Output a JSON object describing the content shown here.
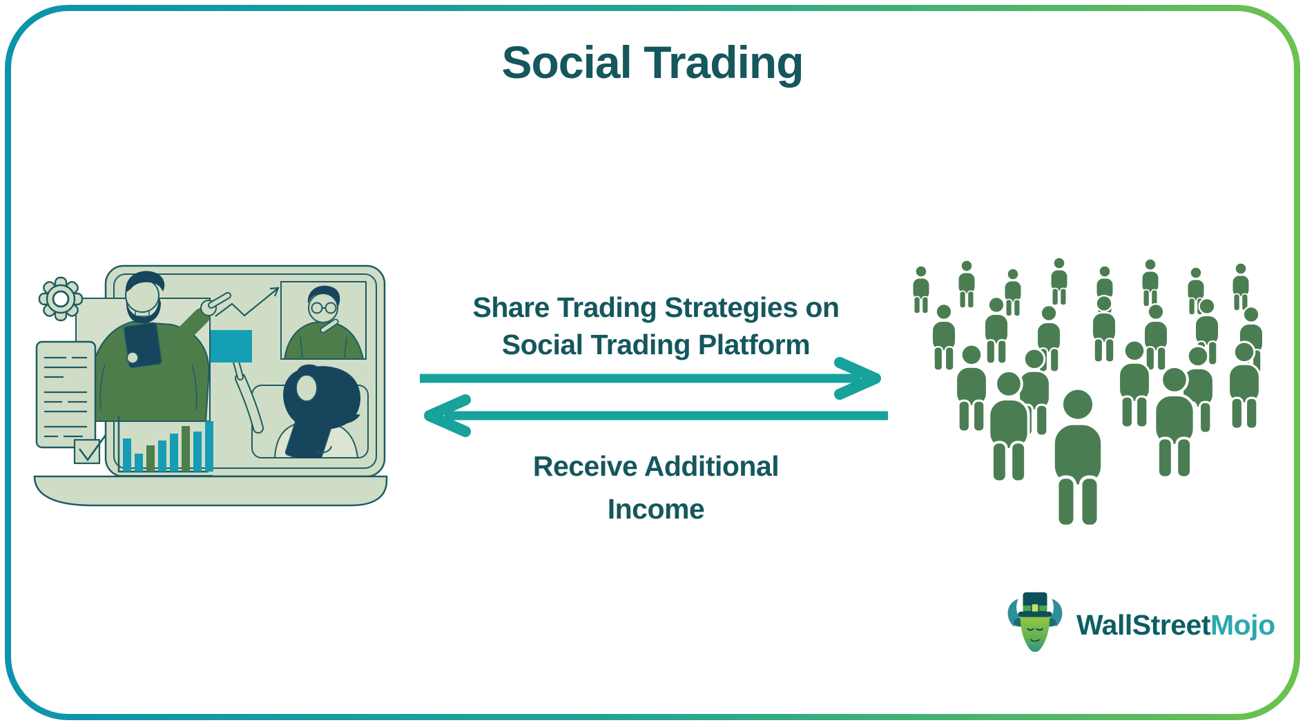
{
  "title": "Social Trading",
  "flow": {
    "forward": {
      "line1": "Share Trading Strategies on",
      "line2": "Social Trading Platform"
    },
    "backward": {
      "line1": "Receive Additional",
      "line2": "Income"
    }
  },
  "logo": {
    "brand_primary": "WallStreet",
    "brand_secondary": "Mojo"
  },
  "colors": {
    "heading_text": "#14575D",
    "arrow_teal": "#17A29B",
    "border_gradient_start": "#0C93AE",
    "border_gradient_end": "#6CC24E",
    "crowd_green": "#4B7D52",
    "illustration_sage": "#CFDDC6",
    "illustration_outline": "#1D5B63",
    "illustration_dark_green": "#4E7D4C",
    "illustration_teal": "#149FB4",
    "illustration_navy": "#16455C",
    "logo_text_dark": "#0C5E63",
    "logo_text_teal": "#2BA8AE"
  }
}
